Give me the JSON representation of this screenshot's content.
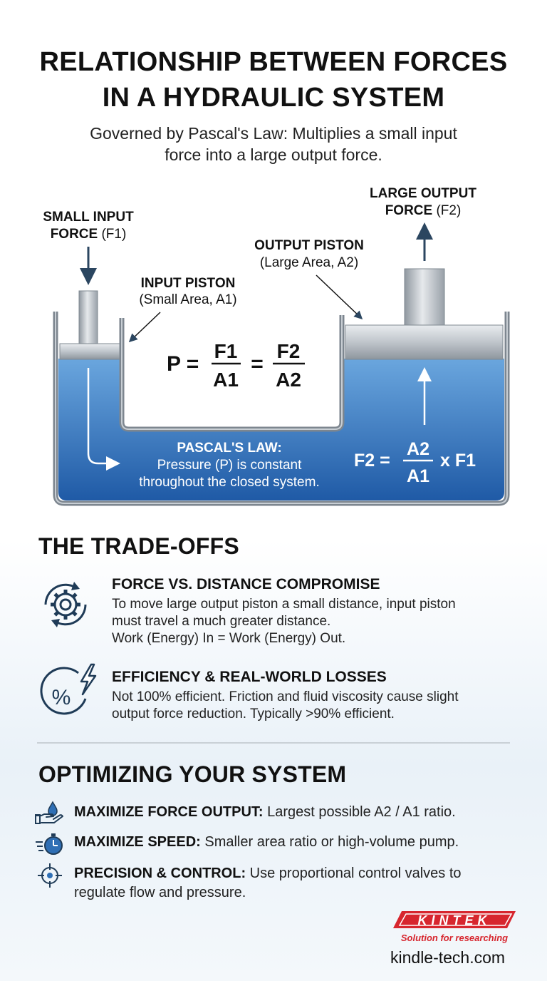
{
  "title_line1": "RELATIONSHIP BETWEEN FORCES",
  "title_line2": "IN A HYDRAULIC SYSTEM",
  "subtitle_line1": "Governed by Pascal's Law: Multiplies a small input",
  "subtitle_line2": "force into a large output force.",
  "diagram": {
    "input_force_l1": "SMALL INPUT",
    "input_force_l2a": "FORCE",
    "input_force_l2b": "(F1)",
    "input_piston_l1": "INPUT PISTON",
    "input_piston_l2": "(Small Area, A1)",
    "output_piston_l1": "OUTPUT PISTON",
    "output_piston_l2": "(Large Area, A2)",
    "output_force_l1": "LARGE OUTPUT",
    "output_force_l2a": "FORCE",
    "output_force_l2b": "(F2)",
    "eq_P": "P =",
    "eq_F1": "F1",
    "eq_A1": "A1",
    "eq_eq": "=",
    "eq_F2": "F2",
    "eq_A2": "A2",
    "pascal_title": "PASCAL'S LAW:",
    "pascal_l1": "Pressure (P) is constant",
    "pascal_l2": "throughout the closed system.",
    "f2_lhs": "F2 =",
    "f2_num": "A2",
    "f2_den": "A1",
    "f2_rhs": "x F1"
  },
  "tradeoffs": {
    "heading": "THE TRADE-OFFS",
    "items": [
      {
        "icon": "gear-cycle-icon",
        "title": "FORCE VS. DISTANCE COMPROMISE",
        "line1": "To move large output piston a small distance, input piston",
        "line2": "must travel a much greater distance.",
        "line3": "Work (Energy) In = Work (Energy) Out."
      },
      {
        "icon": "percent-bolt-icon",
        "title": "EFFICIENCY & REAL-WORLD LOSSES",
        "line1": "Not 100% efficient. Friction and fluid viscosity cause slight",
        "line2": "output force reduction. Typically >90% efficient."
      }
    ]
  },
  "optimizing": {
    "heading": "OPTIMIZING YOUR SYSTEM",
    "items": [
      {
        "icon": "hand-drop-icon",
        "bold": "MAXIMIZE FORCE OUTPUT:",
        "text": " Largest possible A2 / A1 ratio."
      },
      {
        "icon": "stopwatch-icon",
        "bold": "MAXIMIZE SPEED:",
        "text": " Smaller area ratio or high-volume pump."
      },
      {
        "icon": "crosshair-icon",
        "bold": "PRECISION & CONTROL:",
        "text": " Use proportional control valves to",
        "text2": "regulate flow and pressure."
      }
    ]
  },
  "brand": {
    "logo": "KINTEK",
    "tagline": "Solution for researching",
    "url": "kindle-tech.com",
    "color": "#d7262e"
  },
  "colors": {
    "fluid_top": "#5a9ad8",
    "fluid_bottom": "#1f5faa",
    "arrow": "#2b4660",
    "icon": "#1f3b57"
  }
}
